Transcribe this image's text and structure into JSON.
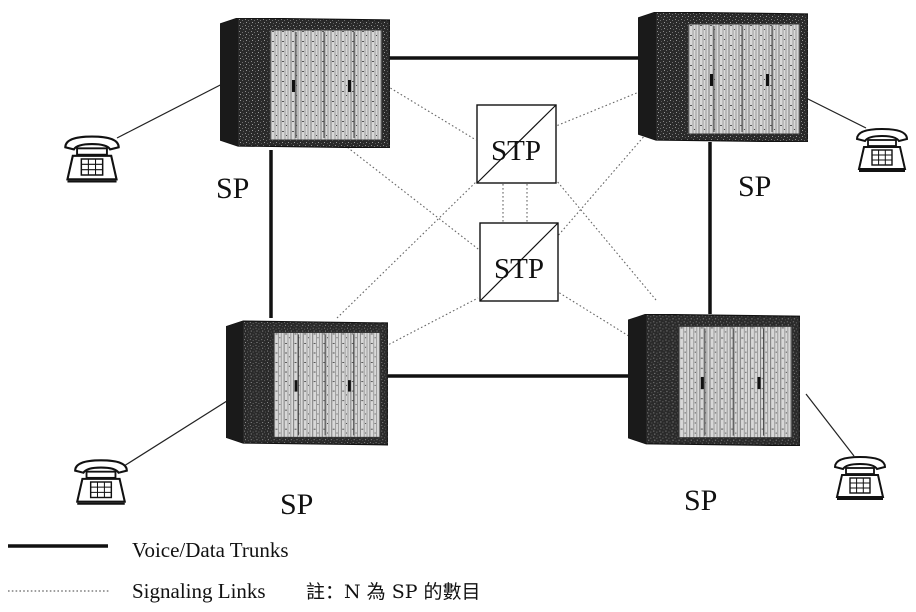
{
  "diagram": {
    "nodes": {
      "sp_top_left": {
        "label": "SP"
      },
      "sp_top_right": {
        "label": "SP"
      },
      "sp_bottom_left": {
        "label": "SP"
      },
      "sp_bottom_right": {
        "label": "SP"
      },
      "stp_top": {
        "label": "STP"
      },
      "stp_bottom": {
        "label": "STP"
      }
    },
    "icons": {
      "switch": "switch-cabinet-icon",
      "phone": "telephone-icon"
    },
    "colors": {
      "ink": "#111111",
      "background": "#ffffff",
      "cabinet_dark": "#2a2a2a",
      "cabinet_panel": "#c9c9c9"
    }
  },
  "legend": {
    "trunks_label": "Voice/Data Trunks",
    "signaling_label": "Signaling Links",
    "note": "註：N 為 SP 的數目"
  }
}
